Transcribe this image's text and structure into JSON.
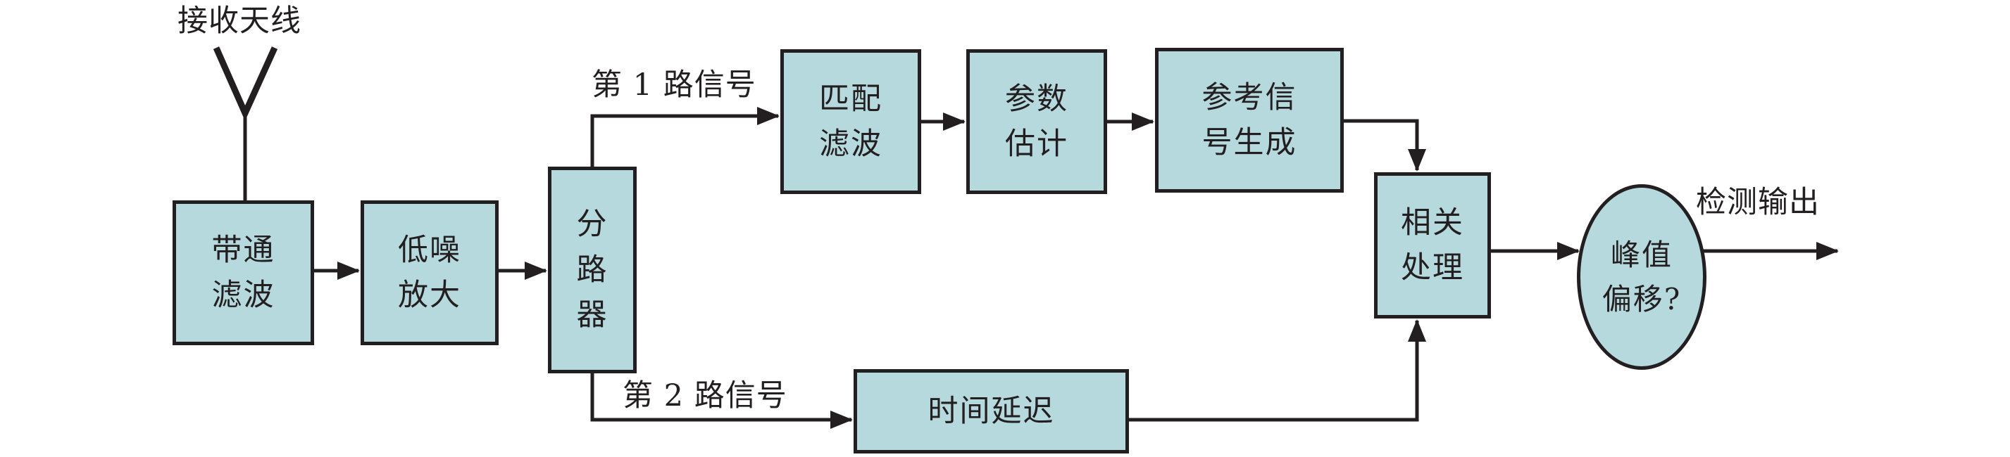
{
  "diagram": {
    "title_context": "dual-channel signal detection block diagram",
    "colors": {
      "node_fill": "#b6d9de",
      "stroke": "#231f20",
      "background": "#ffffff"
    },
    "antenna": {
      "label": "接收天线"
    },
    "nodes": {
      "bandpass": "带通\n滤波",
      "lna": "低噪\n放大",
      "splitter": "分\n路\n器",
      "matched_filter": "匹配\n滤波",
      "param_estimation": "参数\n估计",
      "ref_signal_gen": "参考信\n号生成",
      "correlation": "相关\n处理",
      "time_delay": "时间延迟",
      "peak_offset": "峰值\n偏移?"
    },
    "edge_labels": {
      "signal1": "第 1 路信号",
      "signal2": "第 2 路信号",
      "output": "检测输出"
    }
  }
}
